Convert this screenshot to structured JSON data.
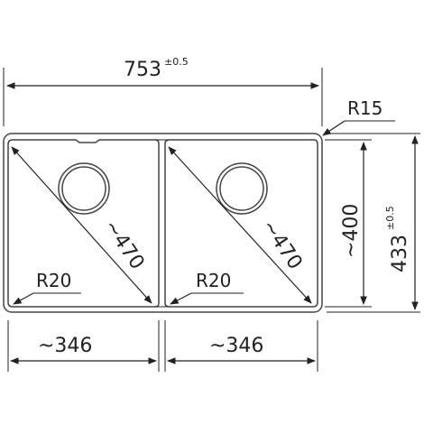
{
  "dimensions": {
    "overall_width": {
      "value": "753",
      "tolerance": "±0.5"
    },
    "corner_radius_outer": "R15",
    "bowl_depth": "~400",
    "overall_depth": {
      "value": "433",
      "tolerance": "±0.5"
    },
    "bowl_left_diagonal": "~470",
    "bowl_right_diagonal": "~470",
    "bowl_left_radius": "R20",
    "bowl_right_radius": "R20",
    "bowl_left_width": "~346",
    "bowl_right_width": "~346"
  },
  "colors": {
    "line": "#222222",
    "outline": "#444444",
    "background": "#ffffff"
  }
}
